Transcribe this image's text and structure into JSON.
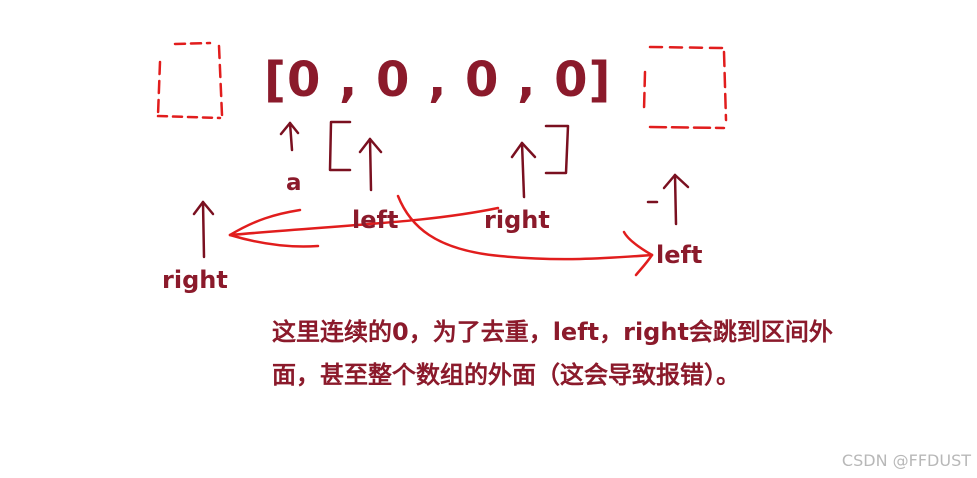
{
  "colors": {
    "label": "#8b1a2b",
    "stroke_dark": "#7a1020",
    "stroke_red": "#e11d1d",
    "watermark": "#b8b8b8"
  },
  "array_text": "[0 , 0 , 0 , 0]",
  "labels": {
    "a": "a",
    "left_inner": "left",
    "right_inner": "right",
    "left_outer": "left",
    "right_outer": "right"
  },
  "note": {
    "line1": "这里连续的0，为了去重，left，right会跳到区间外",
    "line2": "面，甚至整个数组的外面（这会导致报错）。"
  },
  "watermark": "CSDN @FFDUST"
}
